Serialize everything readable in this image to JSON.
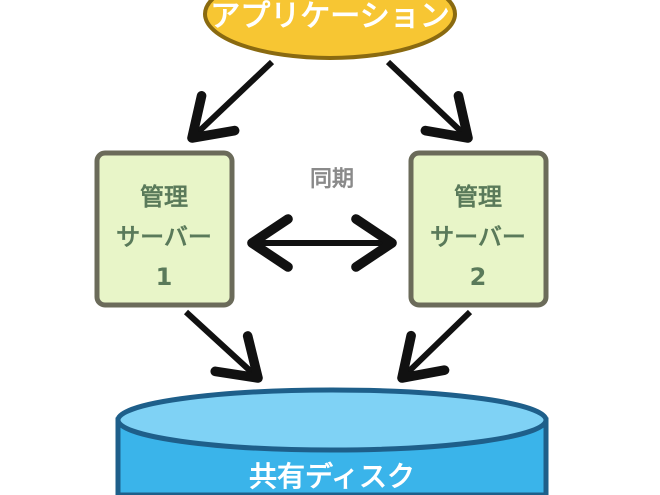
{
  "application": {
    "label": "アプリケーション"
  },
  "sync": {
    "label": "同期"
  },
  "servers": [
    {
      "line1": "管理",
      "line2": "サーバー",
      "line3": "1"
    },
    {
      "line1": "管理",
      "line2": "サーバー",
      "line3": "2"
    }
  ],
  "storage": {
    "label": "共有ディスク"
  },
  "colors": {
    "app_fill": "#f7c633",
    "app_stroke": "#8a6a10",
    "server_fill": "#e8f5c8",
    "server_stroke": "#6b6b5a",
    "server_text": "#5a7a5a",
    "storage_fill": "#3ab4ea",
    "storage_top": "#7fd2f5",
    "storage_stroke": "#1e5f8a",
    "arrow": "#111111",
    "sync_text": "#8a8a8a"
  }
}
